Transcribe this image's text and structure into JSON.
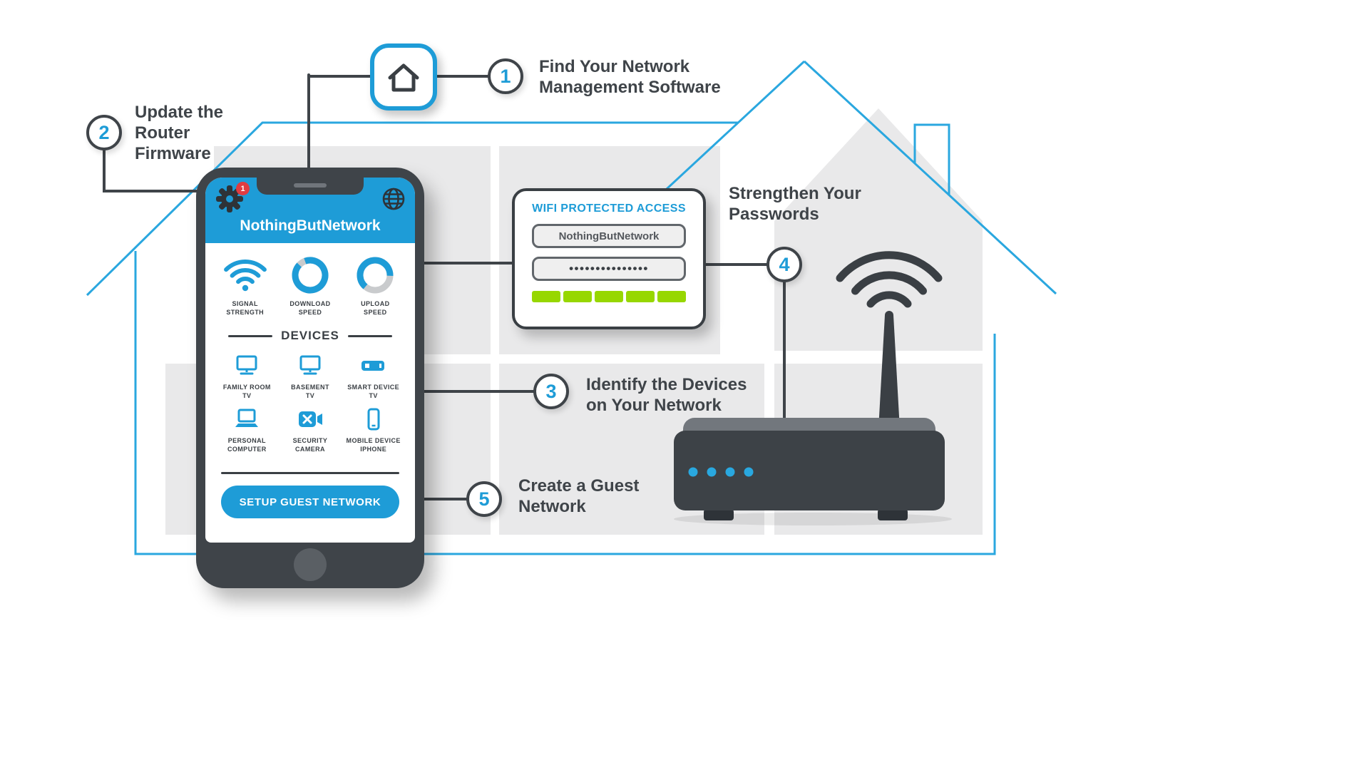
{
  "colors": {
    "accent_blue": "#1e9cd7",
    "house_outline_blue": "#2aa7df",
    "dark_charcoal": "#3f4449",
    "room_gray": "#e9e9ea",
    "strength_green": "#97d700",
    "badge_red": "#e03c41"
  },
  "steps": {
    "s1": {
      "num": "1",
      "label": "Find Your Network\nManagement Software"
    },
    "s2": {
      "num": "2",
      "label": "Update the\nRouter\nFirmware"
    },
    "s3": {
      "num": "3",
      "label": "Identify the Devices\non Your Network"
    },
    "s4": {
      "num": "4",
      "label": "Strengthen Your\nPasswords"
    },
    "s5": {
      "num": "5",
      "label": "Create a Guest\nNetwork"
    }
  },
  "phone": {
    "app_title": "NothingButNetwork",
    "notification_count": "1",
    "stats": [
      {
        "icon": "wifi-signal-icon",
        "label": "SIGNAL\nSTRENGTH"
      },
      {
        "icon": "download-donut-icon",
        "label": "DOWNLOAD\nSPEED"
      },
      {
        "icon": "upload-donut-icon",
        "label": "UPLOAD\nSPEED"
      }
    ],
    "devices_heading": "DEVICES",
    "devices": [
      {
        "icon": "tv-icon",
        "label": "FAMILY ROOM\nTV"
      },
      {
        "icon": "tv-icon",
        "label": "BASEMENT\nTV"
      },
      {
        "icon": "streaming-stick-icon",
        "label": "SMART DEVICE\nTV"
      },
      {
        "icon": "laptop-icon",
        "label": "PERSONAL\nCOMPUTER"
      },
      {
        "icon": "video-camera-icon",
        "label": "SECURITY\nCAMERA"
      },
      {
        "icon": "smartphone-icon",
        "label": "MOBILE DEVICE\nIPHONE"
      }
    ],
    "guest_button_label": "SETUP GUEST NETWORK"
  },
  "wpa_card": {
    "title": "WIFI PROTECTED ACCESS",
    "network_name": "NothingButNetwork",
    "password_masked": "•••••••••••••••",
    "strength_segments": 5
  }
}
